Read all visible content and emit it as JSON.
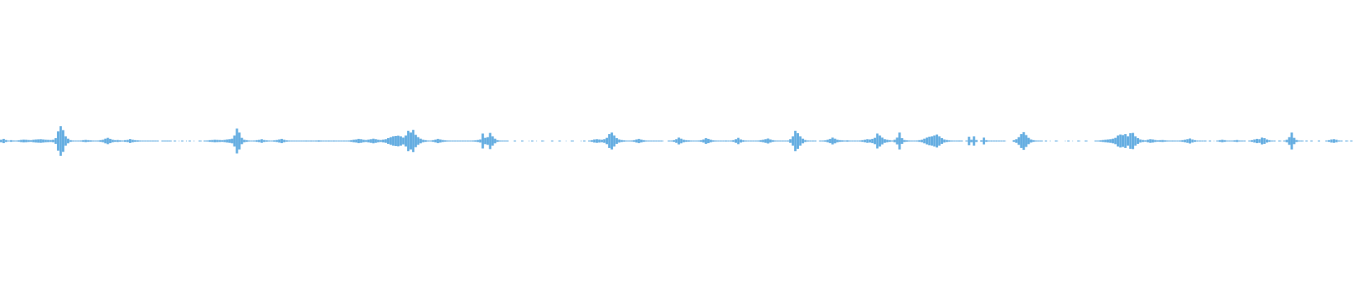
{
  "waveform": {
    "color": "#64ade1",
    "background": "#ffffff",
    "peaks": [
      0.08,
      0.14,
      0.06,
      0.02,
      0.05,
      0.03,
      0.02,
      0.04,
      0.07,
      0.09,
      0.08,
      0.06,
      0.05,
      0.08,
      0.1,
      0.11,
      0.12,
      0.1,
      0.08,
      0.07,
      0.06,
      0.08,
      0.18,
      0.62,
      0.95,
      0.7,
      0.3,
      0.15,
      0.05,
      0.03,
      0.02,
      0.02,
      0.03,
      0.05,
      0.07,
      0.05,
      0.04,
      0.03,
      0.02,
      0.03,
      0.05,
      0.08,
      0.15,
      0.2,
      0.14,
      0.08,
      0.05,
      0.06,
      0.04,
      0.03,
      0.05,
      0.07,
      0.13,
      0.08,
      0.05,
      0.04,
      0.03,
      0.02,
      0.02,
      0.01,
      0.02,
      0.01,
      0.02,
      0.01,
      0.0,
      0.01,
      0.02,
      0.01,
      0.01,
      0.0,
      0.01,
      0.0,
      0.0,
      0.01,
      0.0,
      0.0,
      0.01,
      0.0,
      0.0,
      0.0,
      0.01,
      0.0,
      0.02,
      0.03,
      0.05,
      0.06,
      0.08,
      0.07,
      0.06,
      0.05,
      0.07,
      0.1,
      0.12,
      0.15,
      0.35,
      0.8,
      0.55,
      0.2,
      0.08,
      0.05,
      0.03,
      0.02,
      0.03,
      0.05,
      0.07,
      0.12,
      0.06,
      0.04,
      0.03,
      0.02,
      0.04,
      0.06,
      0.1,
      0.14,
      0.08,
      0.04,
      0.03,
      0.02,
      0.01,
      0.01,
      0.02,
      0.01,
      0.02,
      0.03,
      0.02,
      0.03,
      0.02,
      0.03,
      0.04,
      0.03,
      0.02,
      0.02,
      0.03,
      0.02,
      0.03,
      0.02,
      0.01,
      0.02,
      0.01,
      0.02,
      0.03,
      0.05,
      0.08,
      0.1,
      0.14,
      0.12,
      0.08,
      0.06,
      0.09,
      0.12,
      0.15,
      0.12,
      0.08,
      0.06,
      0.09,
      0.12,
      0.18,
      0.25,
      0.3,
      0.32,
      0.34,
      0.3,
      0.22,
      0.35,
      0.65,
      0.55,
      0.72,
      0.4,
      0.25,
      0.15,
      0.08,
      0.05,
      0.03,
      0.02,
      0.05,
      0.09,
      0.14,
      0.1,
      0.06,
      0.04,
      0.03,
      0.02,
      0.02,
      0.02,
      0.01,
      0.02,
      0.01,
      0.02,
      0.01,
      0.02,
      0.03,
      0.04,
      0.06,
      0.1,
      0.48,
      0.2,
      0.25,
      0.52,
      0.3,
      0.15,
      0.05,
      0.03,
      0.02,
      0.01,
      0.01,
      0.0,
      0.0,
      0.01,
      0.0,
      0.0,
      0.01,
      0.0,
      0.0,
      0.0,
      0.01,
      0.0,
      0.0,
      0.0,
      0.01,
      0.0,
      0.0,
      0.0,
      0.01,
      0.0,
      0.0,
      0.01,
      0.0,
      0.0,
      0.0,
      0.0,
      0.01,
      0.0,
      0.0,
      0.0,
      0.0,
      0.01,
      0.0,
      0.02,
      0.05,
      0.1,
      0.12,
      0.1,
      0.08,
      0.12,
      0.2,
      0.45,
      0.55,
      0.35,
      0.18,
      0.1,
      0.06,
      0.04,
      0.02,
      0.02,
      0.03,
      0.05,
      0.1,
      0.14,
      0.09,
      0.05,
      0.03,
      0.02,
      0.02,
      0.01,
      0.01,
      0.02,
      0.01,
      0.0,
      0.0,
      0.01,
      0.02,
      0.05,
      0.12,
      0.22,
      0.15,
      0.08,
      0.05,
      0.04,
      0.03,
      0.02,
      0.02,
      0.03,
      0.05,
      0.1,
      0.18,
      0.14,
      0.08,
      0.04,
      0.03,
      0.02,
      0.01,
      0.02,
      0.03,
      0.02,
      0.02,
      0.05,
      0.12,
      0.2,
      0.1,
      0.05,
      0.03,
      0.02,
      0.02,
      0.01,
      0.02,
      0.03,
      0.05,
      0.08,
      0.12,
      0.16,
      0.1,
      0.05,
      0.03,
      0.02,
      0.02,
      0.01,
      0.01,
      0.03,
      0.12,
      0.3,
      0.65,
      0.5,
      0.3,
      0.15,
      0.06,
      0.03,
      0.02,
      0.01,
      0.01,
      0.0,
      0.01,
      0.02,
      0.04,
      0.08,
      0.14,
      0.22,
      0.15,
      0.08,
      0.05,
      0.04,
      0.03,
      0.04,
      0.02,
      0.01,
      0.01,
      0.02,
      0.03,
      0.05,
      0.08,
      0.12,
      0.1,
      0.14,
      0.2,
      0.48,
      0.35,
      0.22,
      0.12,
      0.08,
      0.05,
      0.03,
      0.08,
      0.22,
      0.55,
      0.18,
      0.06,
      0.04,
      0.03,
      0.02,
      0.02,
      0.03,
      0.05,
      0.08,
      0.15,
      0.22,
      0.28,
      0.3,
      0.35,
      0.42,
      0.3,
      0.18,
      0.1,
      0.06,
      0.04,
      0.03,
      0.02,
      0.02,
      0.03,
      0.02,
      0.0,
      0.02,
      0.28,
      0.08,
      0.3,
      0.06,
      0.0,
      0.04,
      0.22,
      0.05,
      0.02,
      0.03,
      0.02,
      0.03,
      0.02,
      0.01,
      0.01,
      0.0,
      0.0,
      0.0,
      0.05,
      0.12,
      0.25,
      0.45,
      0.58,
      0.38,
      0.2,
      0.1,
      0.05,
      0.03,
      0.02,
      0.01,
      0.0,
      0.01,
      0.0,
      0.0,
      0.0,
      0.01,
      0.0,
      0.0,
      0.0,
      0.0,
      0.01,
      0.0,
      0.0,
      0.0,
      0.01,
      0.0,
      0.0,
      0.01,
      0.0,
      0.0,
      0.0,
      0.01,
      0.02,
      0.04,
      0.06,
      0.08,
      0.1,
      0.12,
      0.15,
      0.2,
      0.35,
      0.42,
      0.38,
      0.45,
      0.3,
      0.5,
      0.52,
      0.3,
      0.18,
      0.1,
      0.06,
      0.04,
      0.08,
      0.12,
      0.1,
      0.06,
      0.04,
      0.05,
      0.06,
      0.04,
      0.03,
      0.02,
      0.03,
      0.02,
      0.02,
      0.03,
      0.05,
      0.08,
      0.12,
      0.16,
      0.1,
      0.05,
      0.03,
      0.02,
      0.01,
      0.01,
      0.0,
      0.01,
      0.0,
      0.0,
      0.02,
      0.05,
      0.08,
      0.05,
      0.02,
      0.01,
      0.02,
      0.04,
      0.06,
      0.03,
      0.01,
      0.01,
      0.0,
      0.02,
      0.05,
      0.1,
      0.14,
      0.12,
      0.22,
      0.18,
      0.1,
      0.05,
      0.02,
      0.01,
      0.0,
      0.01,
      0.0,
      0.02,
      0.08,
      0.25,
      0.55,
      0.2,
      0.06,
      0.02,
      0.01,
      0.0,
      0.01,
      0.0,
      0.01,
      0.0,
      0.0,
      0.01,
      0.0,
      0.0,
      0.02,
      0.05,
      0.1,
      0.12,
      0.08,
      0.03,
      0.01,
      0.0,
      0.01,
      0.0,
      0.01,
      0.0
    ]
  }
}
